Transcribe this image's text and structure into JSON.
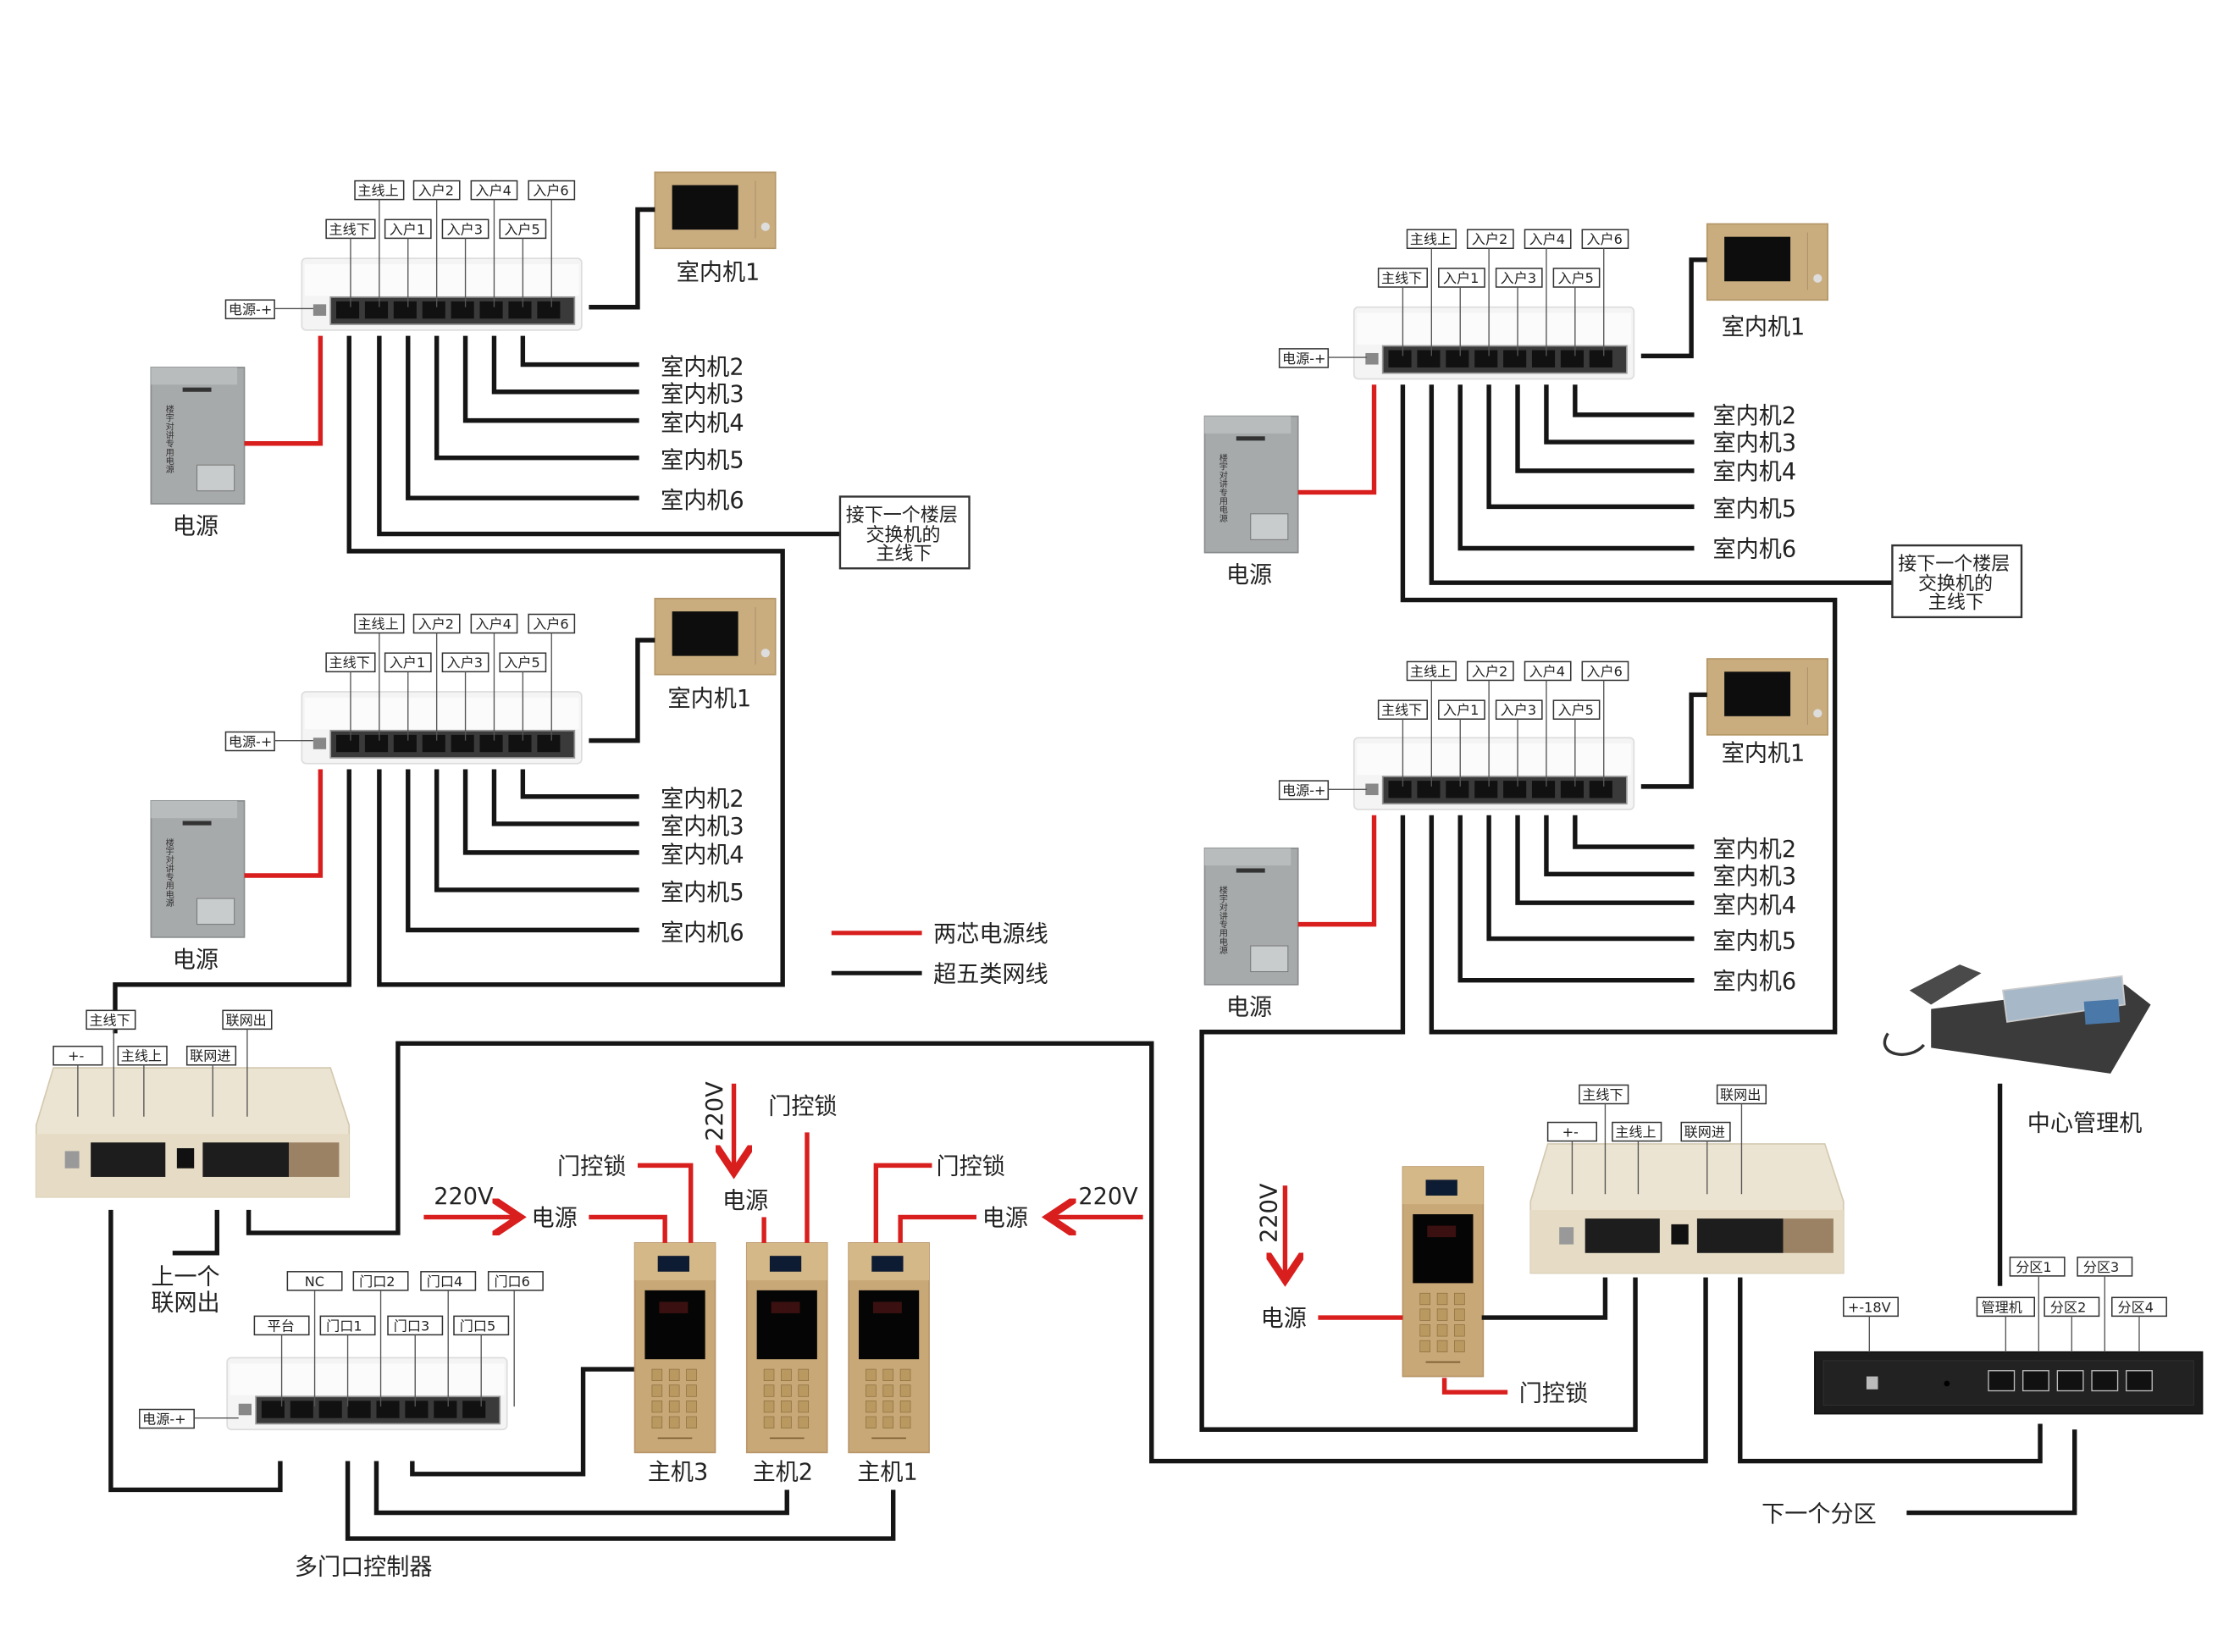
{
  "legend": {
    "power_line": "两芯电源线",
    "network_line": "超五类网线",
    "power_color": "#d91e1e",
    "network_color": "#151515"
  },
  "switch_ports": {
    "top_row": [
      "主线上",
      "入户2",
      "入户4",
      "入户6"
    ],
    "bottom_row": [
      "主线下",
      "入户1",
      "入户3",
      "入户5"
    ],
    "power_tag": "电源-+"
  },
  "indoor_units": [
    "室内机1",
    "室内机2",
    "室内机3",
    "室内机4",
    "室内机5",
    "室内机6"
  ],
  "power_supply_label": "电源",
  "next_floor_note": [
    "接下一个楼层",
    "交换机的",
    "主线下"
  ],
  "network_box": {
    "top_row": [
      "主线下",
      "联网出"
    ],
    "bottom_row": [
      "+-",
      "主线上",
      "联网进"
    ]
  },
  "prev_network_out": [
    "上一个",
    "联网出"
  ],
  "door_controller": {
    "title": "多门口控制器",
    "top_row": [
      "NC",
      "门口2",
      "门口4",
      "门口6"
    ],
    "bottom_row": [
      "平台",
      "门口1",
      "门口3",
      "门口5"
    ],
    "power_tag": "电源-+"
  },
  "outdoor_units": [
    "主机3",
    "主机2",
    "主机1"
  ],
  "door_lock": "门控锁",
  "power_in": "电源",
  "voltage": "220V",
  "center": {
    "manager_label": "中心管理机",
    "power_tag": "+-18V",
    "ports_top": [
      "分区1",
      "分区3"
    ],
    "ports_bottom": [
      "管理机",
      "分区2",
      "分区4"
    ],
    "next_zone": "下一个分区"
  }
}
